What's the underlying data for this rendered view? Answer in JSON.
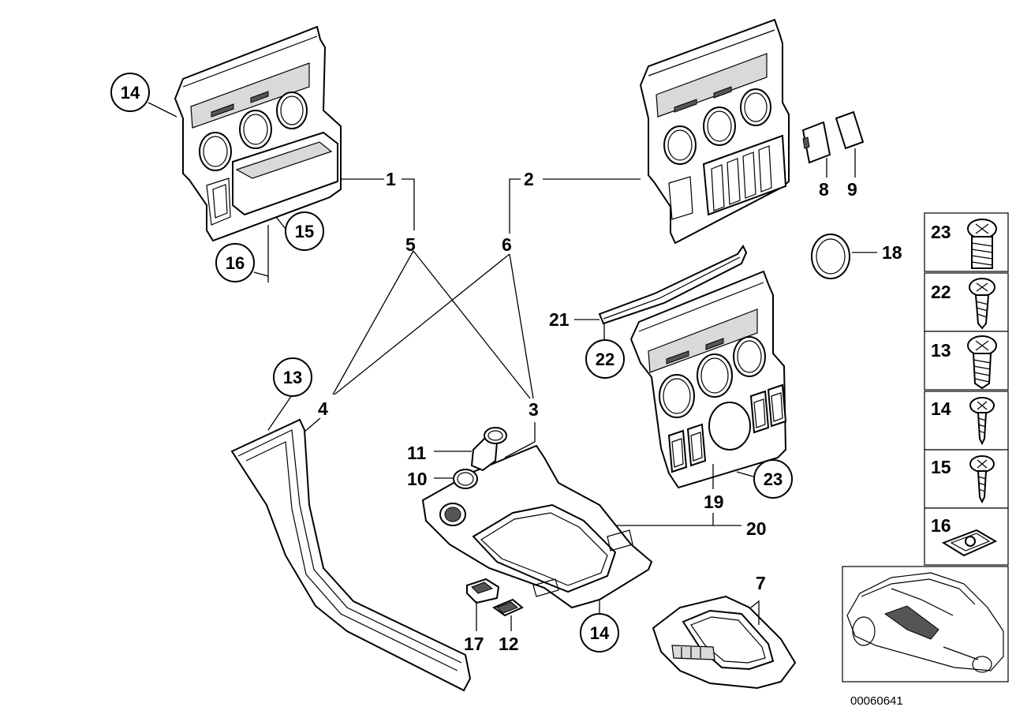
{
  "labels": {
    "l1": "1",
    "l2": "2",
    "l3": "3",
    "l4": "4",
    "l5": "5",
    "l6": "6",
    "l7": "7",
    "l8": "8",
    "l9": "9",
    "l10": "10",
    "l11": "11",
    "l12": "12",
    "l17": "17",
    "l18": "18",
    "l19": "19",
    "l20": "20",
    "l21": "21"
  },
  "callouts": {
    "c14a": "14",
    "c15": "15",
    "c16": "16",
    "c13": "13",
    "c22": "22",
    "c23": "23",
    "c14b": "14"
  },
  "key": {
    "k23": "23",
    "k22": "22",
    "k13": "13",
    "k14": "14",
    "k15": "15",
    "k16": "16"
  },
  "diagram_id": "00060641"
}
